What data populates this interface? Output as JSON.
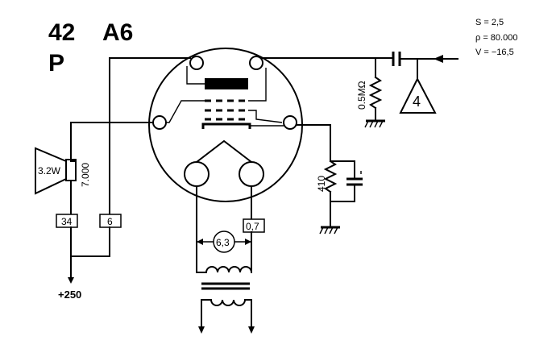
{
  "tube": {
    "number": "42",
    "type": "A6",
    "class": "P"
  },
  "parameters": {
    "s": "S = 2,5",
    "rho": "ρ = 80.000",
    "v": "V = −16,5"
  },
  "speaker": {
    "power": "3.2W",
    "impedance": "7.000"
  },
  "grid_resistor": "0.5MΩ",
  "cathode_resistor": "410",
  "triangle_label": "4",
  "pins": {
    "box1": "34",
    "box2": "6",
    "box3": "0,7"
  },
  "heater_voltage": "6,3",
  "supply": "+250"
}
